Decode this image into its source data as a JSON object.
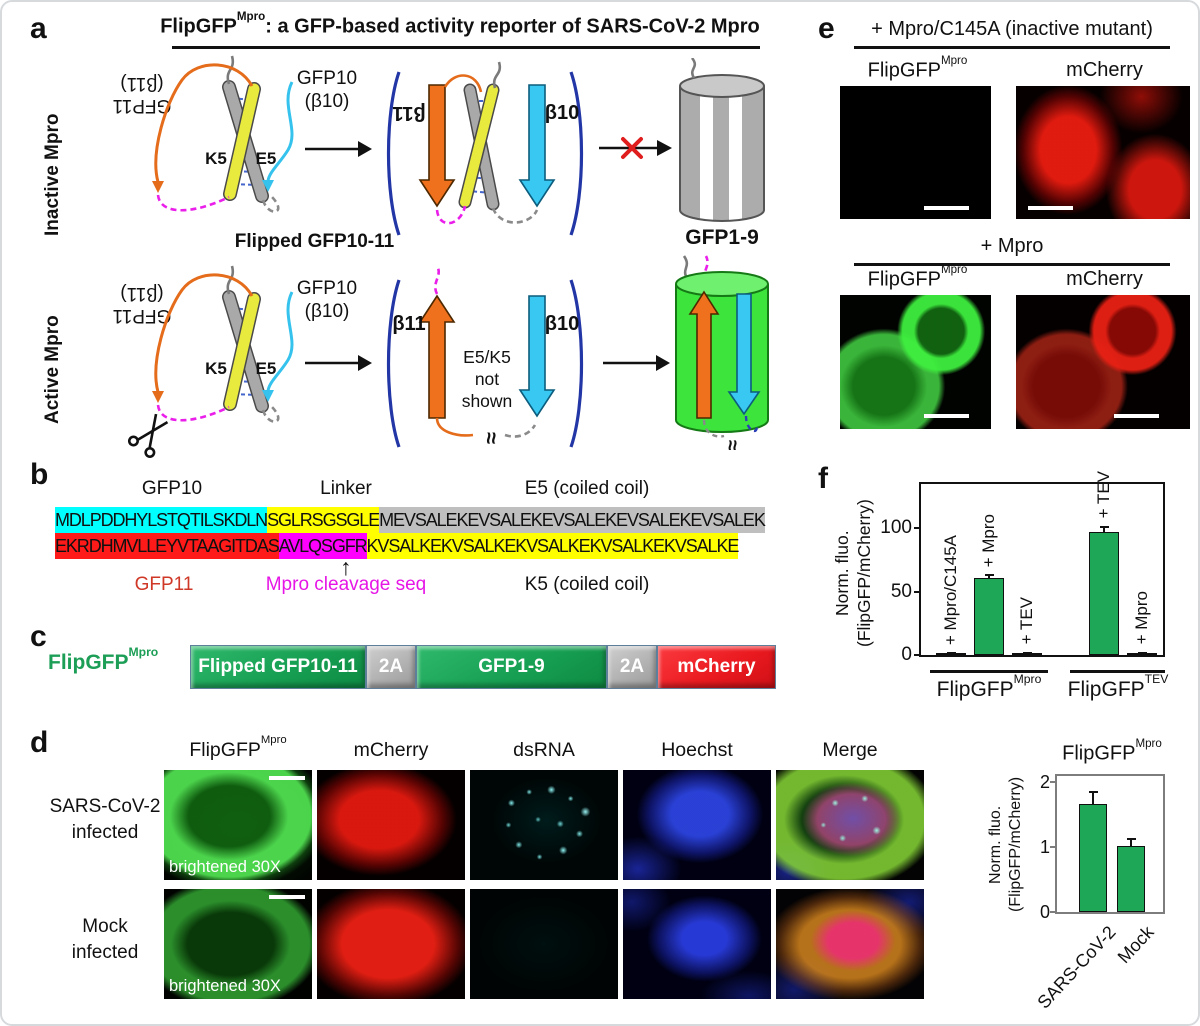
{
  "icons": {
    "up_arrow": "↑",
    "break_squiggle": "≈"
  },
  "common": {
    "flipgfp": "FlipGFP",
    "mpro": "Mpro",
    "tev": "TEV",
    "mcherry": "mCherry"
  },
  "panel_a": {
    "label": "a",
    "title_rest": ": a GFP-based activity reporter of SARS-CoV-2 Mpro",
    "row1": "Inactive Mpro",
    "row2": "Active Mpro",
    "gfp11_l1": "GFP11",
    "gfp11_l2": "(β11)",
    "gfp10_l1": "GFP10",
    "gfp10_l2": "(β10)",
    "k5": "K5",
    "e5": "E5",
    "flipped": "Flipped GFP10-11",
    "b11": "β11",
    "b10": "β10",
    "note_l1": "E5/K5",
    "note_l2": "not",
    "note_l3": "shown",
    "gfp19": "GFP1-9"
  },
  "panel_b": {
    "label": "b",
    "h_gfp10": "GFP10",
    "h_linker": "Linker",
    "h_e5": "E5 (coiled coil)",
    "seq_gfp10": "MDLPDDHYLSTQTILSKDLN",
    "seq_linker": "SGLRSGSGLE",
    "seq_e5": "MEVSALEKEVSALEKEVSALEKEVSALEKEVSALEK",
    "seq_gfp11": "EKRDHMVLLEYVTAAGITDAS",
    "seq_cleave": "AVLQSGFR",
    "seq_k5": "KVSALKEKVSALKEKVSALKEKVSALKEKVSALKE",
    "f_gfp11": "GFP11",
    "f_cleave": "Mpro cleavage seq",
    "f_k5": "K5 (coiled coil)"
  },
  "panel_c": {
    "label": "c",
    "boxes": [
      "Flipped GFP10-11",
      "2A",
      "GFP1-9",
      "2A",
      "mCherry"
    ]
  },
  "panel_d": {
    "label": "d",
    "headers": [
      "mCherry",
      "dsRNA",
      "Hoechst",
      "Merge"
    ],
    "row1_l1": "SARS-CoV-2",
    "row1_l2": "infected",
    "row2_l1": "Mock",
    "row2_l2": "infected",
    "brightened": "brightened 30X"
  },
  "panel_e": {
    "label": "e",
    "g1_title": "+ Mpro/C145A (inactive mutant)",
    "g2_title": "+ Mpro"
  },
  "panel_f": {
    "label": "f"
  },
  "chart_data": [
    {
      "type": "bar",
      "panel": "f",
      "categories": [
        "+ Mpro/C145A",
        "+ Mpro",
        "+ TEV",
        "+ TEV",
        "+ Mpro"
      ],
      "values": [
        1,
        61,
        1,
        97,
        1
      ],
      "errors": [
        1,
        3,
        1,
        5,
        1
      ],
      "ylabel": [
        "Norm. fluo.",
        "(FlipGFP/mCherry)"
      ],
      "yticks": [
        0,
        50,
        100
      ],
      "ylim": [
        0,
        135
      ],
      "grid": false,
      "groups": [
        {
          "base": "FlipGFP",
          "sup": "Mpro",
          "bars": [
            0,
            1,
            2
          ]
        },
        {
          "base": "FlipGFP",
          "sup": "TEV",
          "bars": [
            3,
            4
          ]
        }
      ],
      "bar_color": "#1fa758"
    },
    {
      "type": "bar",
      "panel": "d",
      "title": {
        "base": "FlipGFP",
        "sup": "Mpro"
      },
      "categories": [
        "SARS-CoV-2",
        "Mock"
      ],
      "values": [
        1.67,
        1.02
      ],
      "errors": [
        0.2,
        0.12
      ],
      "ylabel": [
        "Norm. fluo.",
        "(FlipGFP/mCherry)"
      ],
      "yticks": [
        0,
        1,
        2
      ],
      "ylim": [
        0,
        2.1
      ],
      "grid": false,
      "bar_color": "#1fa758"
    }
  ],
  "colors": {
    "bar_green": "#1fa758",
    "construct_green": "#17a053",
    "construct_gray": "#b2b2b2",
    "construct_red": "#ea1a20",
    "seq_cyan": "#00ffff",
    "seq_yellow": "#ffff00",
    "seq_gray": "#bfbfbf",
    "seq_red": "#ff1a1a",
    "seq_magenta": "#ff00ff",
    "label_red": "#cf3726",
    "label_magenta": "#e617e6",
    "beta11_orange": "#f0711d",
    "beta10_cyan": "#39c8f2",
    "bracket_blue": "#2336a6",
    "gfp_green": "#3ce43c"
  }
}
